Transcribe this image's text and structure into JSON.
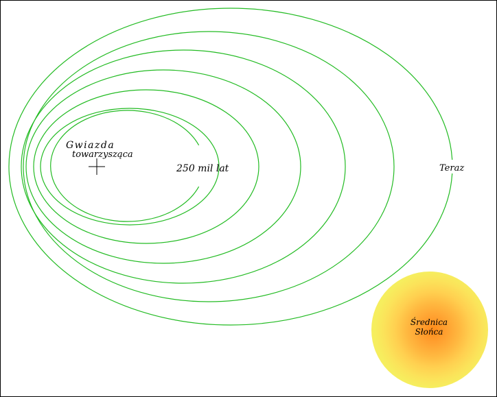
{
  "labels": {
    "companion_line1": "Gwiazda",
    "companion_line2": "towarzysząca",
    "inner_orbit": "250 mil lat",
    "outer_orbit": "Teraz",
    "sun_line1": "Średnica",
    "sun_line2": "Słońca"
  },
  "colors": {
    "orbit": "#22bb22",
    "frame": "#000000",
    "sun_gradient": [
      "#ff8c1a",
      "#ffa030",
      "#ffb840",
      "#ffd050",
      "#fbe35a",
      "#f6ee5e"
    ]
  },
  "orbit_count": 7,
  "marker": "crosshair-icon"
}
